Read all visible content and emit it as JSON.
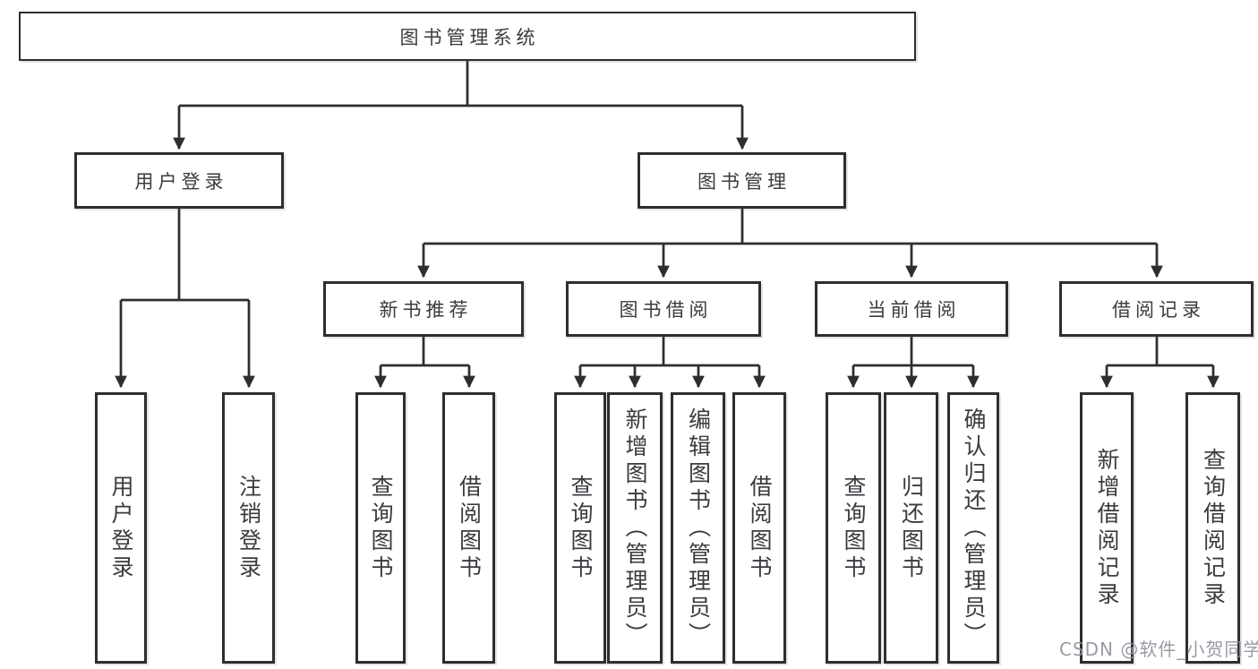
{
  "diagram": {
    "root": {
      "label": "图书管理系统"
    },
    "level2": [
      {
        "label": "用户登录"
      },
      {
        "label": "图书管理"
      }
    ],
    "level3": [
      {
        "label": "新书推荐",
        "parent": "图书管理"
      },
      {
        "label": "图书借阅",
        "parent": "图书管理"
      },
      {
        "label": "当前借阅",
        "parent": "图书管理"
      },
      {
        "label": "借阅记录",
        "parent": "图书管理"
      }
    ],
    "leaves": [
      {
        "label": "用户登录",
        "parent": "用户登录"
      },
      {
        "label": "注销登录",
        "parent": "用户登录"
      },
      {
        "label": "查询图书",
        "parent": "新书推荐"
      },
      {
        "label": "借阅图书",
        "parent": "新书推荐"
      },
      {
        "label": "查询图书",
        "parent": "图书借阅"
      },
      {
        "label": "新增图书（管理员）",
        "parent": "图书借阅"
      },
      {
        "label": "编辑图书（管理员）",
        "parent": "图书借阅"
      },
      {
        "label": "借阅图书",
        "parent": "图书借阅"
      },
      {
        "label": "查询图书",
        "parent": "当前借阅"
      },
      {
        "label": "归还图书",
        "parent": "当前借阅"
      },
      {
        "label": "确认归还（管理员）",
        "parent": "当前借阅"
      },
      {
        "label": "新增借阅记录",
        "parent": "借阅记录"
      },
      {
        "label": "查询借阅记录",
        "parent": "借阅记录"
      }
    ],
    "colors": {
      "line": "#2e2e2e",
      "text": "#3b3b40",
      "box_background": "#ffffff"
    }
  },
  "watermark": {
    "text": "CSDN @软件_小贺同学"
  }
}
